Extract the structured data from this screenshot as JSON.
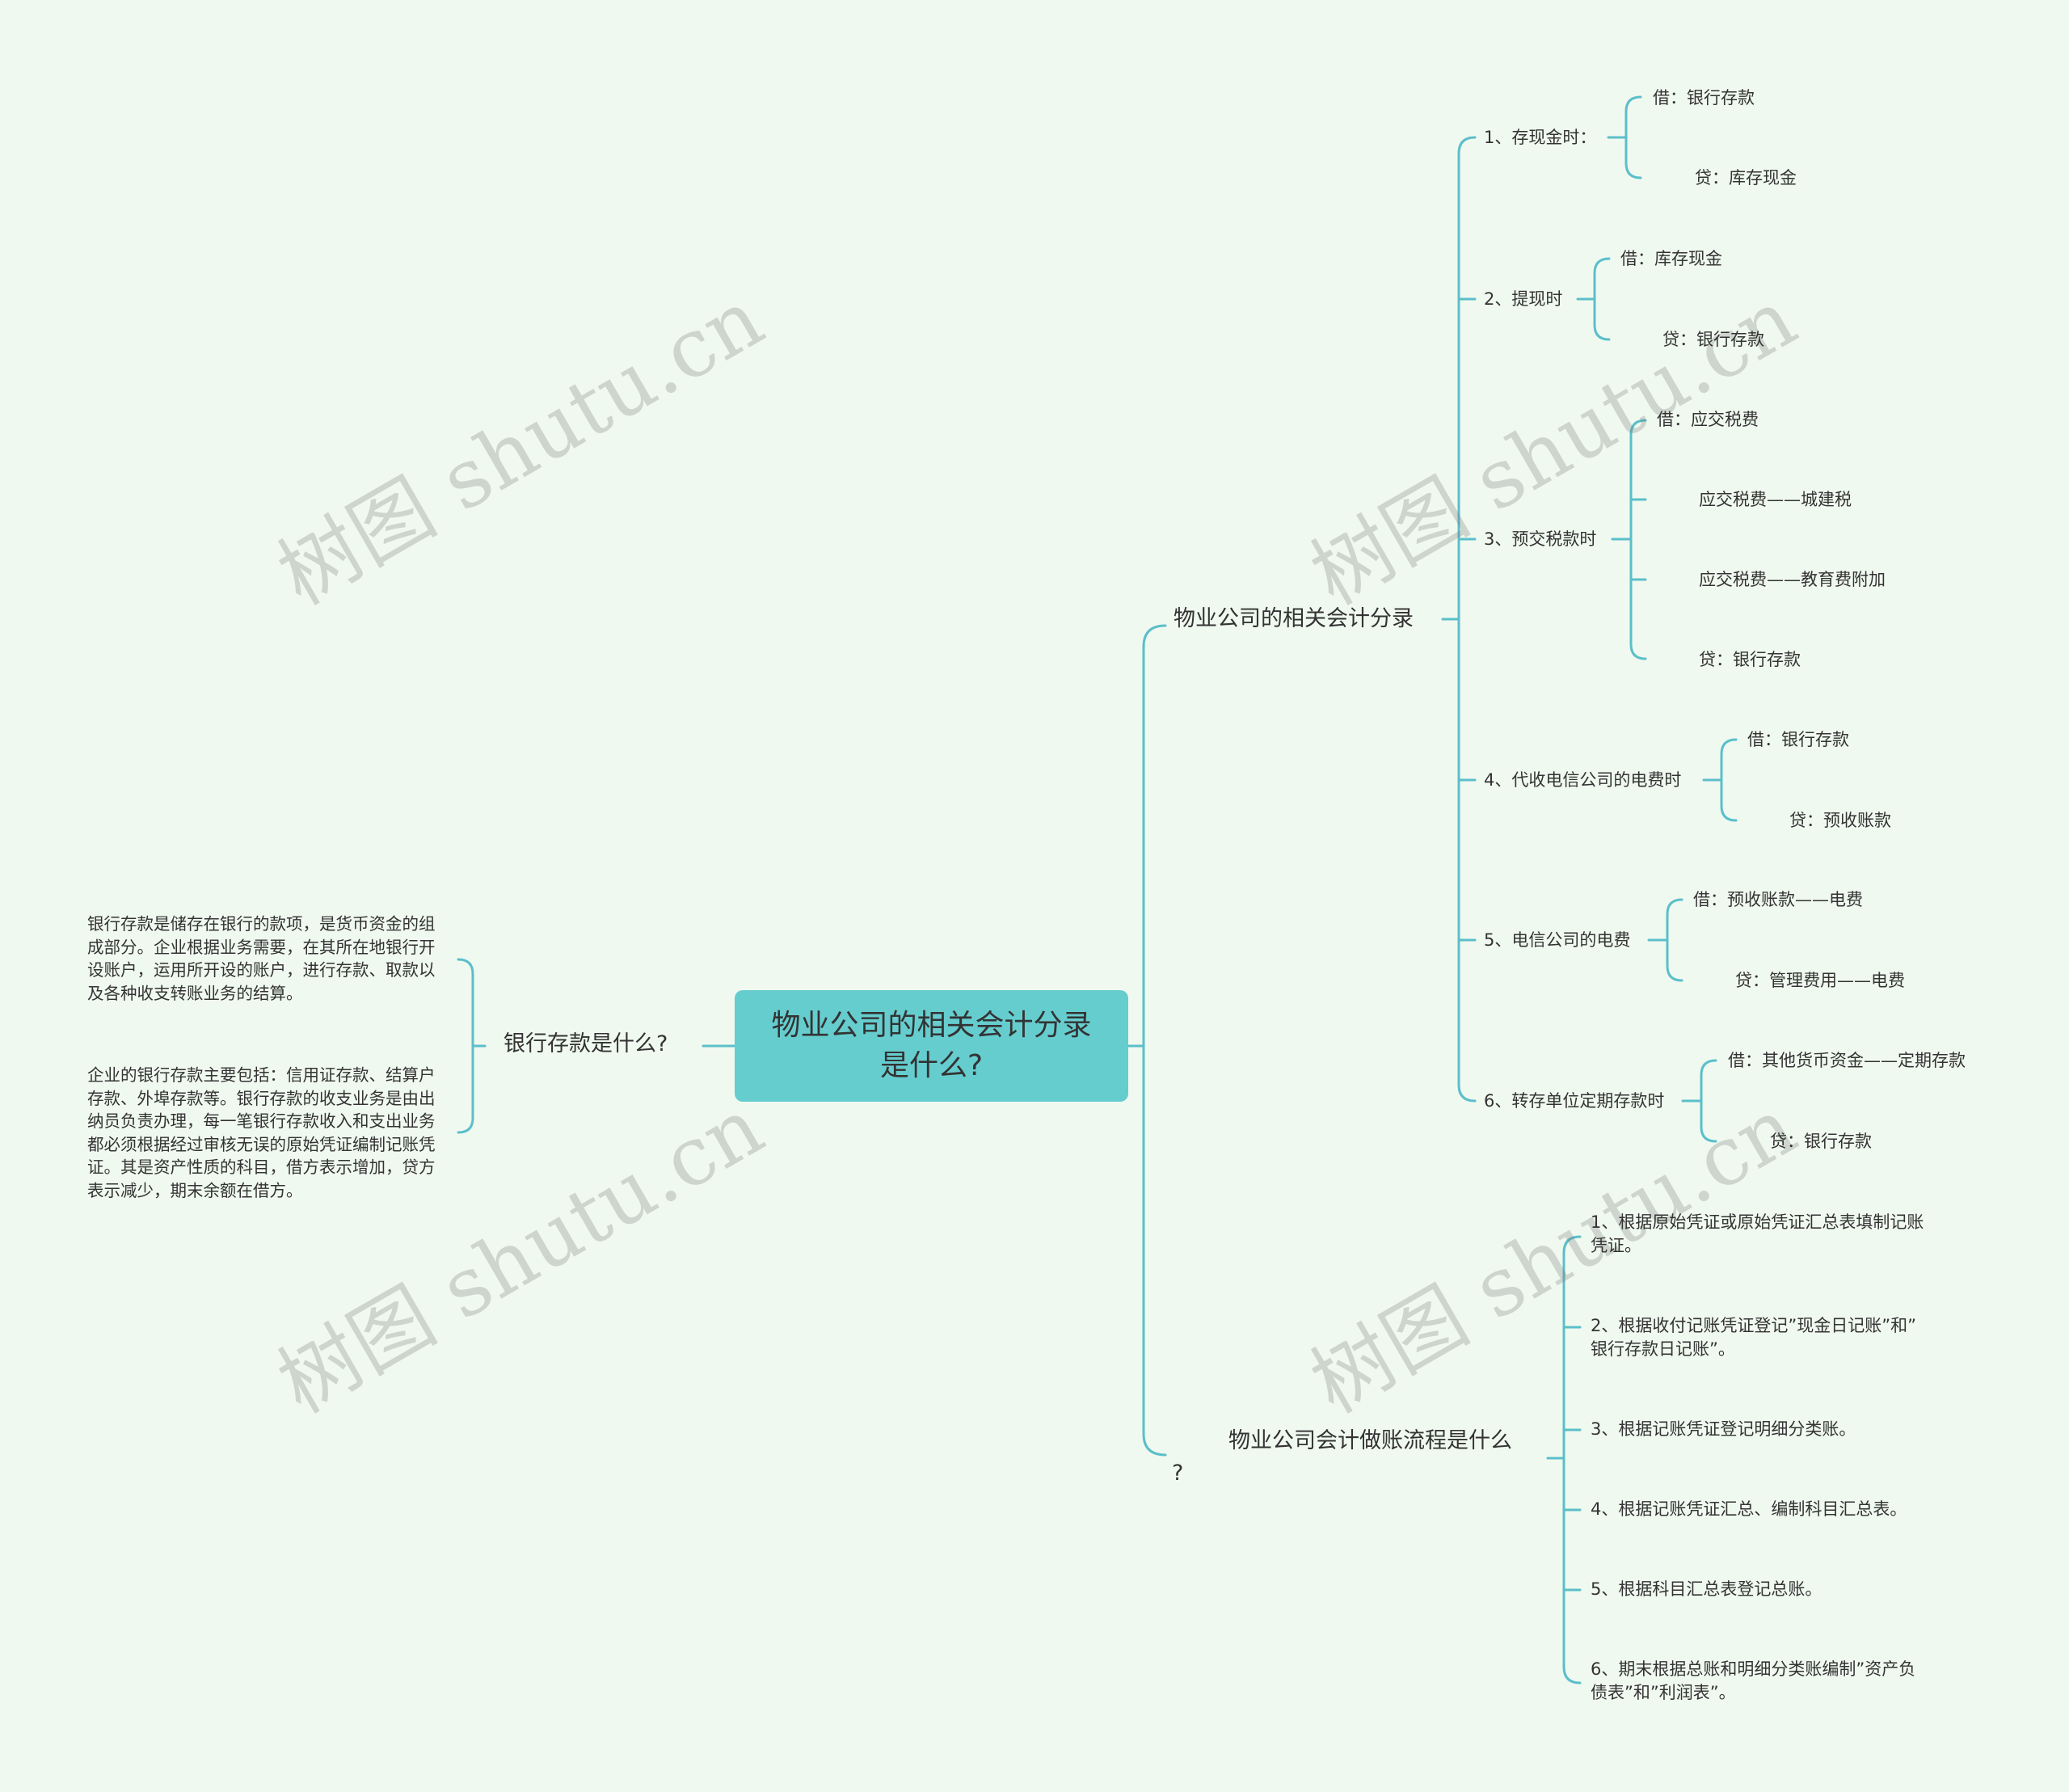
{
  "root": {
    "line1": "物业公司的相关会计分录",
    "line2": "是什么?"
  },
  "left_branch": {
    "label": "银行存款是什么?",
    "paragraph1": "银行存款是储存在银行的款项，是货币资金的组成部分。企业根据业务需要，在其所在地银行开设账户，运用所开设的账户，进行存款、取款以及各种收支转账业务的结算。",
    "paragraph2": "企业的银行存款主要包括：信用证存款、结算户存款、外埠存款等。银行存款的收支业务是由出纳员负责办理，每一笔银行存款收入和支出业务都必须根据经过审核无误的原始凭证编制记账凭证。其是资产性质的科目，借方表示增加，贷方表示减少，期末余额在借方。"
  },
  "branch_entries": {
    "label": "物业公司的相关会计分录",
    "items": [
      {
        "label": "1、存现金时：",
        "children": [
          "借：银行存款",
          "贷：库存现金"
        ]
      },
      {
        "label": "2、提现时",
        "children": [
          "借：库存现金",
          "贷：银行存款"
        ]
      },
      {
        "label": "3、预交税款时",
        "children": [
          "借：应交税费",
          "应交税费——城建税",
          "应交税费——教育费附加",
          "贷：银行存款"
        ]
      },
      {
        "label": "4、代收电信公司的电费时",
        "children": [
          "借：银行存款",
          "贷：预收账款"
        ]
      },
      {
        "label": "5、电信公司的电费",
        "children": [
          "借：预收账款——电费",
          "贷：管理费用——电费"
        ]
      },
      {
        "label": "6、转存单位定期存款时",
        "children": [
          "借：其他货币资金——定期存款",
          "贷：银行存款"
        ]
      }
    ]
  },
  "branch_process": {
    "label_line1": "物业公司会计做账流程是什么",
    "label_line2": "?",
    "items": [
      {
        "line1": "1、根据原始凭证或原始凭证汇总表填制记账",
        "line2": "凭证。"
      },
      {
        "line1": "2、根据收付记账凭证登记”现金日记账”和”",
        "line2": "银行存款日记账”。"
      },
      {
        "line1": "3、根据记账凭证登记明细分类账。",
        "line2": ""
      },
      {
        "line1": "4、根据记账凭证汇总、编制科目汇总表。",
        "line2": ""
      },
      {
        "line1": "5、根据科目汇总表登记总账。",
        "line2": ""
      },
      {
        "line1": "6、期末根据总账和明细分类账编制”资产负",
        "line2": "债表”和”利润表”。"
      }
    ]
  },
  "watermark": "树图 shutu.cn",
  "colors": {
    "line": "#5bbfca",
    "root_fill": "#66cdcf",
    "background": "#f0f9f0"
  }
}
